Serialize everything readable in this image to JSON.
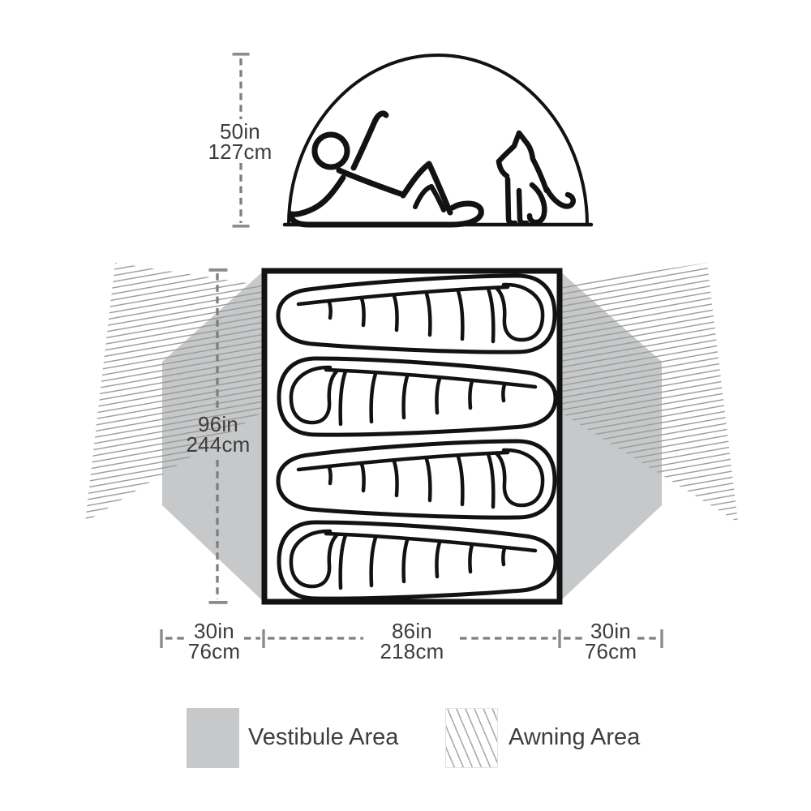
{
  "diagram": {
    "kind": "tent-dimensions-diagram",
    "side_view": {
      "height": {
        "in": "50in",
        "cm": "127cm"
      },
      "figures": [
        "person-reclining",
        "dog-sitting"
      ]
    },
    "floor_plan": {
      "depth": {
        "in": "96in",
        "cm": "244cm"
      },
      "left_vestibule_width": {
        "in": "30in",
        "cm": "76cm"
      },
      "floor_width": {
        "in": "86in",
        "cm": "218cm"
      },
      "right_vestibule_width": {
        "in": "30in",
        "cm": "76cm"
      },
      "sleeping_bag_count": 4
    },
    "legend": {
      "vestibule": {
        "label": "Vestibule Area",
        "swatch": "solid-gray"
      },
      "awning": {
        "label": "Awning Area",
        "swatch": "diagonal-hatch"
      }
    },
    "colors": {
      "vestibule_fill": "#c6c8c9",
      "hatch_line": "#9a9a9a",
      "dash": "#7e7e7e",
      "cap": "#8c8c8c",
      "text": "#3c3c3c",
      "ink": "#121212"
    }
  }
}
